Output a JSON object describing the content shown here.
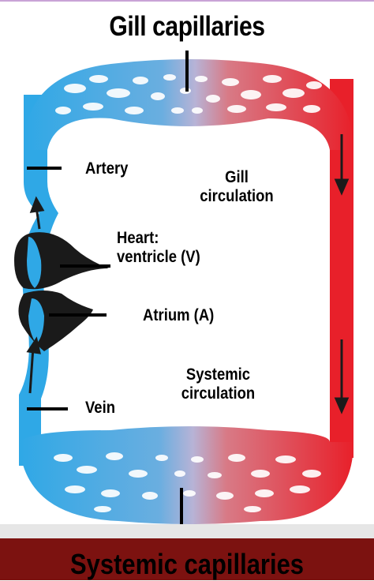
{
  "labels": {
    "gill_capillaries": "Gill capillaries",
    "artery": "Artery",
    "gill_circulation_1": "Gill",
    "gill_circulation_2": "circulation",
    "heart_1": "Heart:",
    "heart_2": "ventricle (V)",
    "atrium": "Atrium (A)",
    "systemic_circulation_1": "Systemic",
    "systemic_circulation_2": "circulation",
    "vein": "Vein",
    "systemic_capillaries": "Systemic capillaries"
  },
  "colors": {
    "deoxygenated": "#2fa8e6",
    "oxygenated": "#e8202a",
    "heart": "#1a1a1a",
    "footer_band": "#7c1210"
  }
}
